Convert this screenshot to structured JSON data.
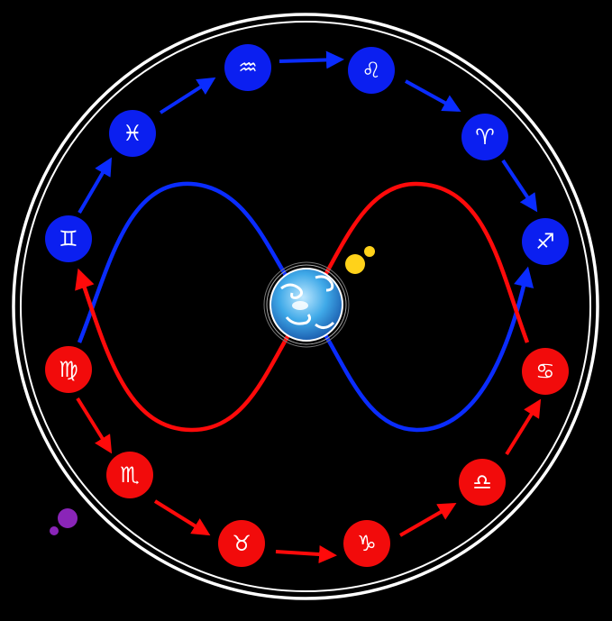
{
  "colors": {
    "background": "#000000",
    "ring": "#ffffff",
    "blue_nodes": "#0b1ff0",
    "red_nodes": "#f20b0b",
    "blue_path": "#0a2cff",
    "red_path": "#ff0a0a",
    "sun": "#ffd21a",
    "purple_dots": "#8a25b8",
    "earth_ocean": "#3fa9e8",
    "earth_light": "#ffffff"
  },
  "center": {
    "name": "earth",
    "icon": "globe-icon"
  },
  "signs": {
    "gemini": "♊",
    "pisces": "♓",
    "aquarius": "♒",
    "leo": "♌",
    "aries": "♈",
    "sagittarius": "♐",
    "cancer": "♋",
    "libra": "♎",
    "capricorn": "♑",
    "taurus": "♉",
    "scorpio": "♏",
    "virgo": "♍"
  },
  "blue_sequence": [
    "gemini",
    "pisces",
    "aquarius",
    "leo",
    "aries",
    "sagittarius"
  ],
  "red_sequence": [
    "virgo",
    "scorpio",
    "taurus",
    "capricorn",
    "libra",
    "cancer"
  ]
}
